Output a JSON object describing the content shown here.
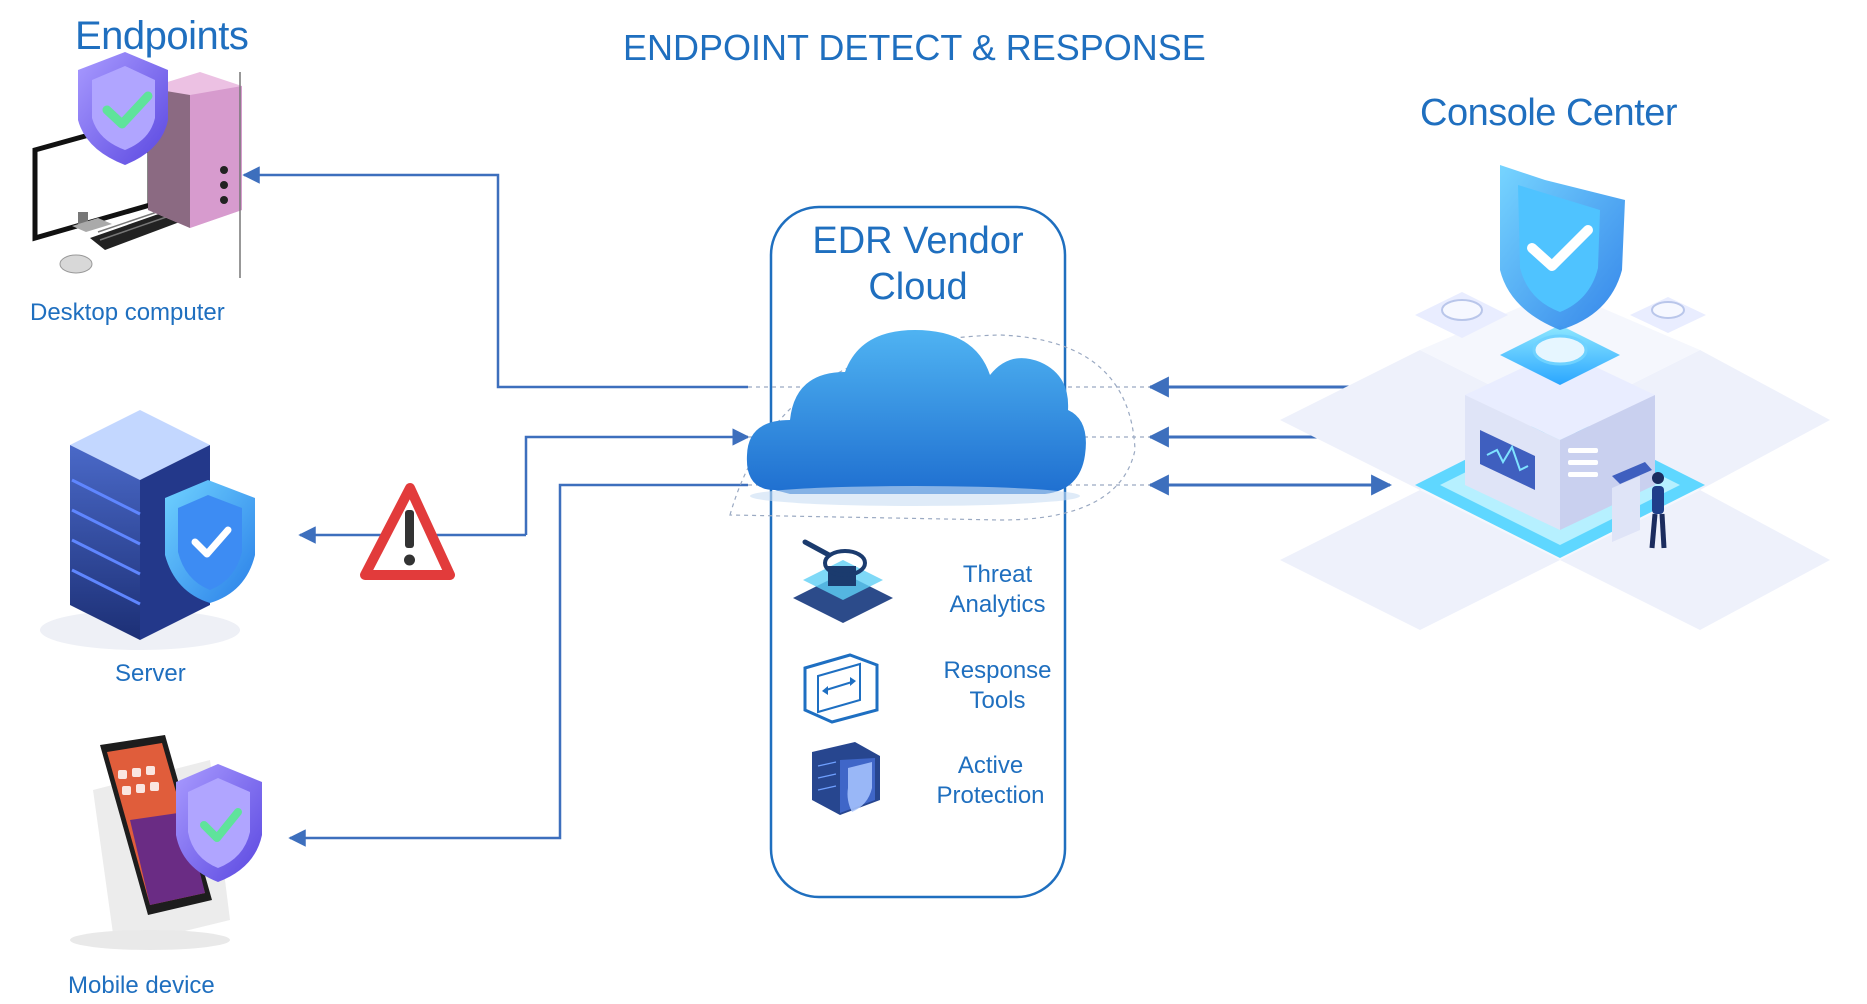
{
  "diagram": {
    "title": "ENDPOINT DETECT & RESPONSE",
    "endpoints": {
      "heading": "Endpoints",
      "devices": [
        {
          "label": "Desktop computer",
          "icon": "desktop-computer-icon"
        },
        {
          "label": "Server",
          "icon": "server-icon"
        },
        {
          "label": "Mobile device",
          "icon": "mobile-device-icon"
        }
      ],
      "alert_icon": "warning-triangle-icon"
    },
    "cloud": {
      "title": "EDR Vendor\nCloud",
      "features": [
        {
          "label": "Threat\nAnalytics",
          "icon": "threat-analytics-icon"
        },
        {
          "label": "Response\nTools",
          "icon": "response-tools-icon"
        },
        {
          "label": "Active\nProtection",
          "icon": "active-protection-icon"
        }
      ]
    },
    "console": {
      "heading": "Console Center",
      "icon": "console-center-icon"
    },
    "colors": {
      "text": "#1f6fbf",
      "arrow": "#3d6fbd",
      "cloud": "#2a8ee0",
      "shield": "#7b6cf0",
      "check": "#5fe39b",
      "warning": "#e23b3b"
    }
  }
}
